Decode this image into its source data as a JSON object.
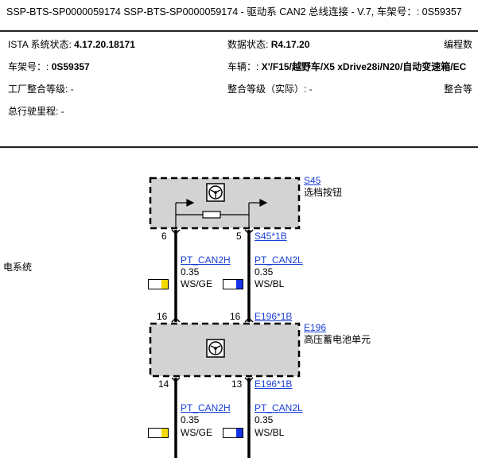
{
  "document": {
    "title": "SSP-BTS-SP0000059174 SSP-BTS-SP0000059174 - 驱动系 CAN2 总线连接 - V.7, 车架号：: 0S59357"
  },
  "info": {
    "ista_label": "ISTA 系统状态:",
    "ista_value": "4.17.20.18171",
    "data_label": "数据状态:",
    "data_value": "R4.17.20",
    "prog_label": "编程数",
    "vin_label": "车架号：:",
    "vin_value": "0S59357",
    "vehicle_label": "车辆：:",
    "vehicle_value": "X'/F15/越野车/X5 xDrive28i/N20/自动变速箱/EC",
    "factory_label": "工厂整合等级: -",
    "integration_label": "整合等级（实际）: -",
    "integration2_label": "整合等",
    "mileage_label": "总行驶里程: -"
  },
  "diagram": {
    "side_label": "电系统",
    "s45": {
      "id": "S45",
      "name": "选档按钮",
      "connector": "S45*1B",
      "pin_left": "6",
      "pin_right": "5"
    },
    "e196": {
      "id": "E196",
      "name": "高压蓄电池单元",
      "connector_top": "E196*1B",
      "connector_bottom": "E196*1B",
      "pin_top_left": "16",
      "pin_top_right": "16",
      "pin_bottom_left": "14",
      "pin_bottom_right": "13"
    },
    "wires_upper": [
      {
        "name": "PT_CAN2H",
        "size": "0.35",
        "color": "WS/GE",
        "swatch": "#f5d800"
      },
      {
        "name": "PT_CAN2L",
        "size": "0.35",
        "color": "WS/BL",
        "swatch": "#1432e6"
      }
    ],
    "wires_lower": [
      {
        "name": "PT_CAN2H",
        "size": "0.35",
        "color": "WS/GE",
        "swatch": "#f5d800"
      },
      {
        "name": "PT_CAN2L",
        "size": "0.35",
        "color": "WS/BL",
        "swatch": "#1432e6"
      }
    ]
  }
}
